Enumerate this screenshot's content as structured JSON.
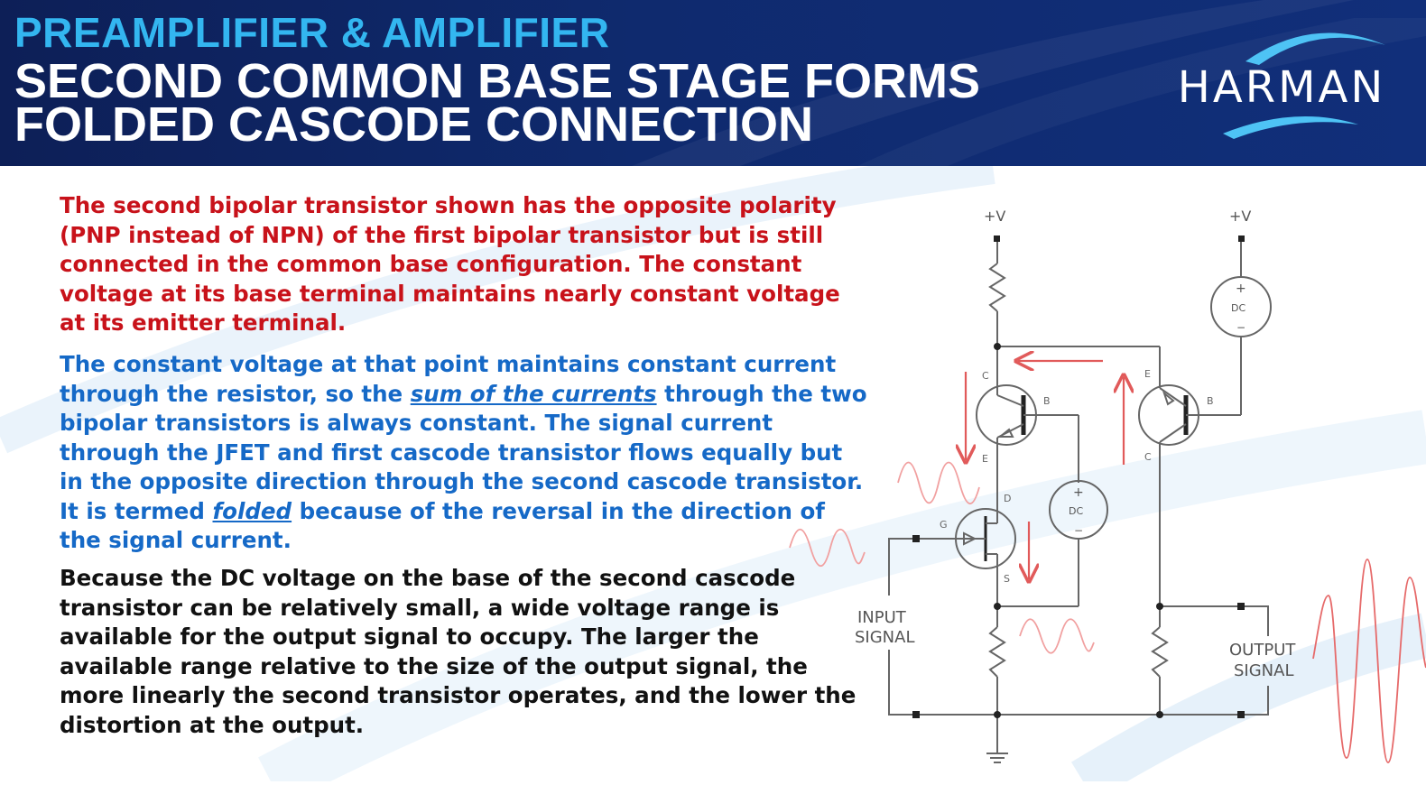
{
  "header": {
    "kicker": "PREAMPLIFIER & AMPLIFIER",
    "title_line1": "SECOND COMMON BASE STAGE FORMS",
    "title_line2": "FOLDED CASCODE CONNECTION"
  },
  "logo": {
    "text": "HARMAN"
  },
  "body": {
    "p1": "The second bipolar transistor shown has the opposite polarity (PNP instead of NPN) of the first bipolar transistor but is still connected in the common base configuration. The constant voltage at its base terminal maintains nearly constant voltage at its emitter terminal.",
    "p2_a": "The constant voltage at that point maintains constant current through the resistor, so the ",
    "p2_em1": "sum of the currents",
    "p2_b": " through the two bipolar transistors is always constant. The signal current through the JFET and first cascode transistor flows equally but in the opposite direction through the second cascode transistor.   It is termed ",
    "p2_em2": "folded",
    "p2_c": " because of the reversal in the direction of the signal current.",
    "p3": "Because the DC voltage on the base of the second cascode transistor can be relatively small, a wide voltage range is available for the output signal to occupy.   The larger the available range relative to the size of the output signal, the more linearly the second transistor operates, and the lower the distortion at the output."
  },
  "diagram": {
    "supply_left": "+V",
    "supply_right": "+V",
    "dc_label": "DC",
    "plus": "+",
    "minus": "−",
    "pin_c": "C",
    "pin_b": "B",
    "pin_e": "E",
    "pin_g": "G",
    "pin_d": "D",
    "pin_s": "S",
    "input_line1": "INPUT",
    "input_line2": "SIGNAL",
    "output_line1": "OUTPUT",
    "output_line2": "SIGNAL"
  },
  "colors": {
    "header_bg": "#0f2a6e",
    "kicker": "#33b6f0",
    "red_text": "#c8121a",
    "blue_text": "#1569c7",
    "arrow": "#e15a5a"
  }
}
